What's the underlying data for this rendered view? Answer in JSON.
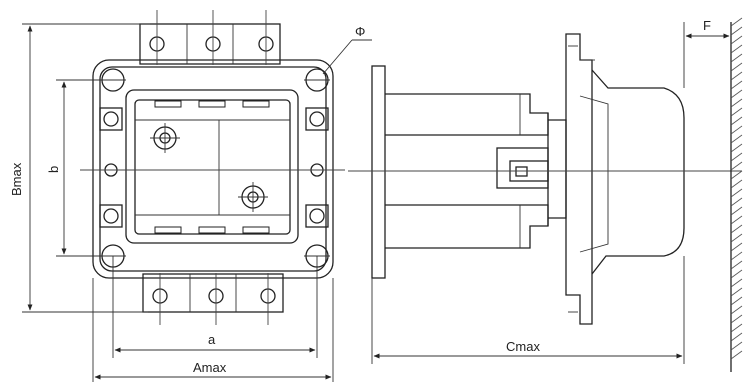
{
  "labels": {
    "phi": "Φ",
    "f": "F",
    "bmax": "Bmax",
    "b": "b",
    "a": "a",
    "amax": "Amax",
    "cmax": "Cmax"
  }
}
